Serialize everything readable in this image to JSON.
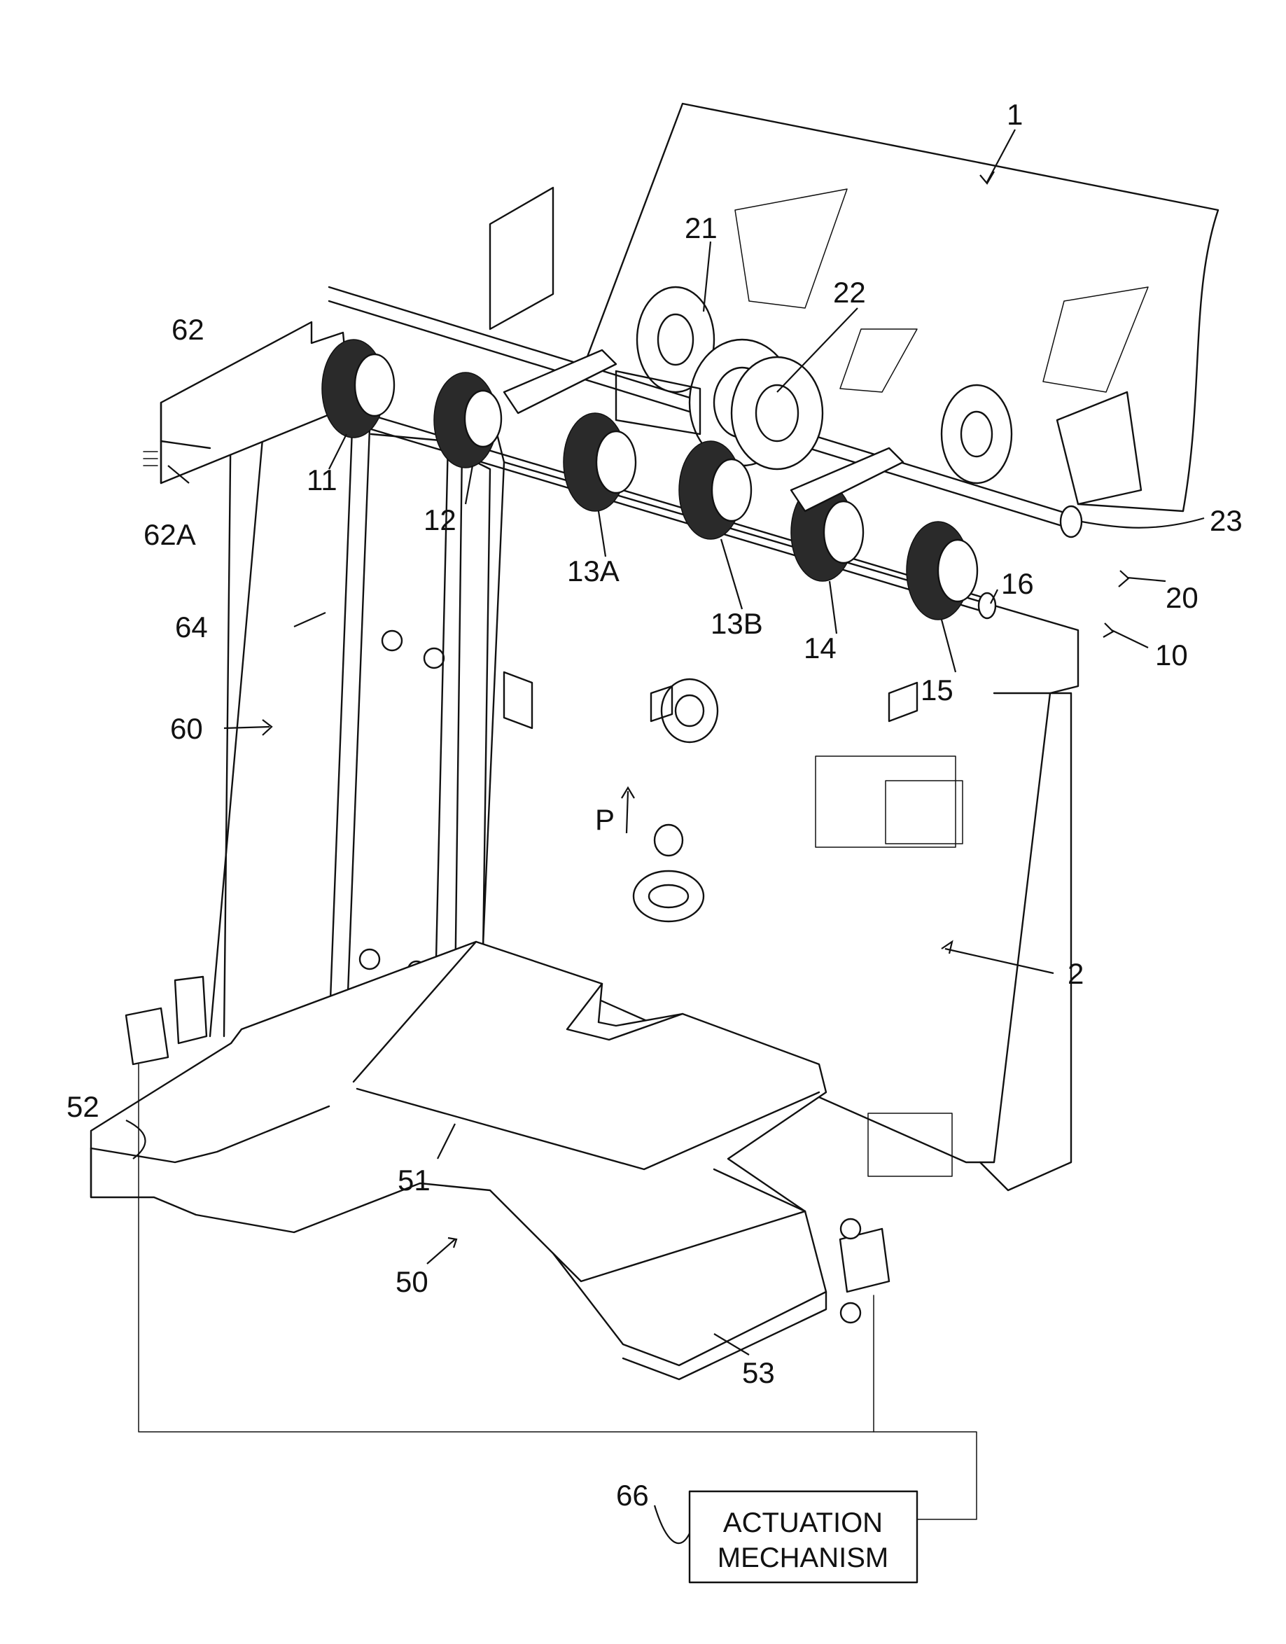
{
  "labels": {
    "l1": "1",
    "l2": "2",
    "l10": "10",
    "l11": "11",
    "l12": "12",
    "l13A": "13A",
    "l13B": "13B",
    "l14": "14",
    "l15": "15",
    "l16": "16",
    "l20": "20",
    "l21": "21",
    "l22": "22",
    "l23": "23",
    "l50": "50",
    "l51": "51",
    "l52": "52",
    "l53": "53",
    "l60": "60",
    "l62": "62",
    "l62A": "62A",
    "l64": "64",
    "l66": "66",
    "lP": "P"
  },
  "actuation_box": {
    "line1": "ACTUATION",
    "line2": "MECHANISM"
  }
}
